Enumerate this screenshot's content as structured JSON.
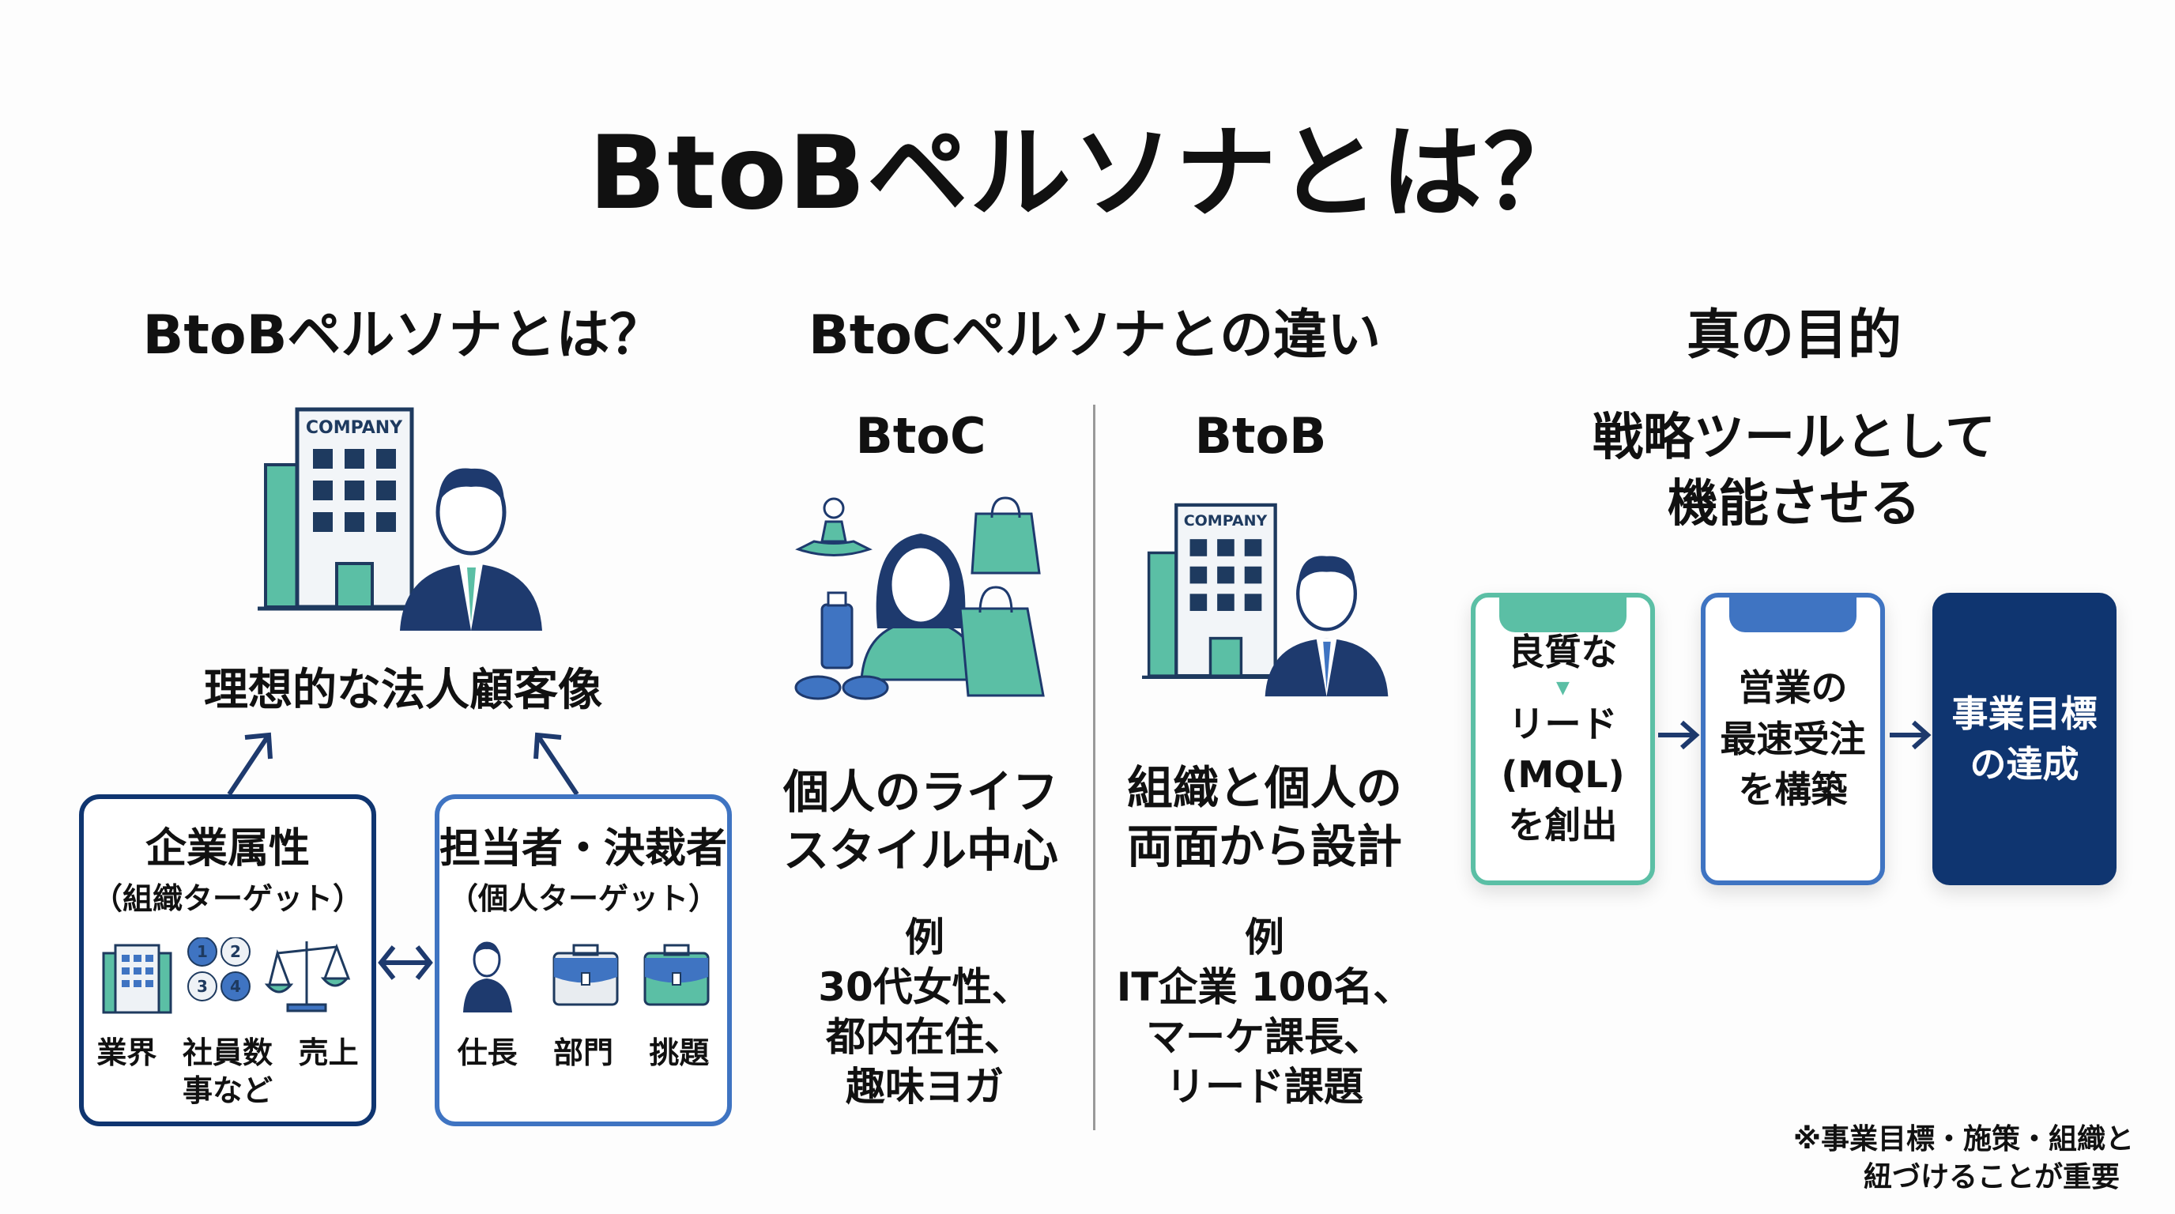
{
  "title": "BtoBペルソナとは？",
  "left": {
    "heading": "BtoBペルソナとは？",
    "caption": "理想的な法人顧客像",
    "company_sign": "COMPANY",
    "org_box": {
      "title": "企業属性",
      "subtitle": "（組織ターゲット）",
      "items": [
        "業界",
        "社員数",
        "売上"
      ],
      "extra": "事など",
      "numbers": [
        "1",
        "2",
        "3",
        "4"
      ]
    },
    "person_box": {
      "title": "担当者・決裁者",
      "subtitle": "（個人ターゲット）",
      "items": [
        "仕長",
        "部門",
        "挑題"
      ]
    }
  },
  "middle": {
    "heading": "BtoCペルソナとの違い",
    "btoc": {
      "label": "BtoC",
      "lines": [
        "個人のライフ",
        "スタイル中心"
      ],
      "example_label": "例",
      "example": [
        "30代女性、",
        "都内在住、",
        "趣味ヨガ"
      ]
    },
    "btob": {
      "label": "BtoB",
      "company_sign": "COMPANY",
      "lines": [
        "組織と個人の",
        "両面から設計"
      ],
      "example_label": "例",
      "example": [
        "IT企業 100名、",
        "マーケ課長、",
        "リード課題"
      ]
    }
  },
  "right": {
    "heading": "真の目的",
    "subheading": [
      "戦略ツールとして",
      "機能させる"
    ],
    "cards": [
      {
        "lines": [
          "良質な",
          "リード",
          "(MQL)",
          "を創出"
        ]
      },
      {
        "lines": [
          "営業の",
          "最速受注",
          "を構築"
        ]
      },
      {
        "lines": [
          "事業目標",
          "の達成"
        ]
      }
    ],
    "note": [
      "※事業目標・施策・組織と",
      "紐づけることが重要"
    ]
  },
  "colors": {
    "navy": "#0f3570",
    "blue": "#3f74c2",
    "teal": "#5bbfa5",
    "text": "#111111"
  }
}
